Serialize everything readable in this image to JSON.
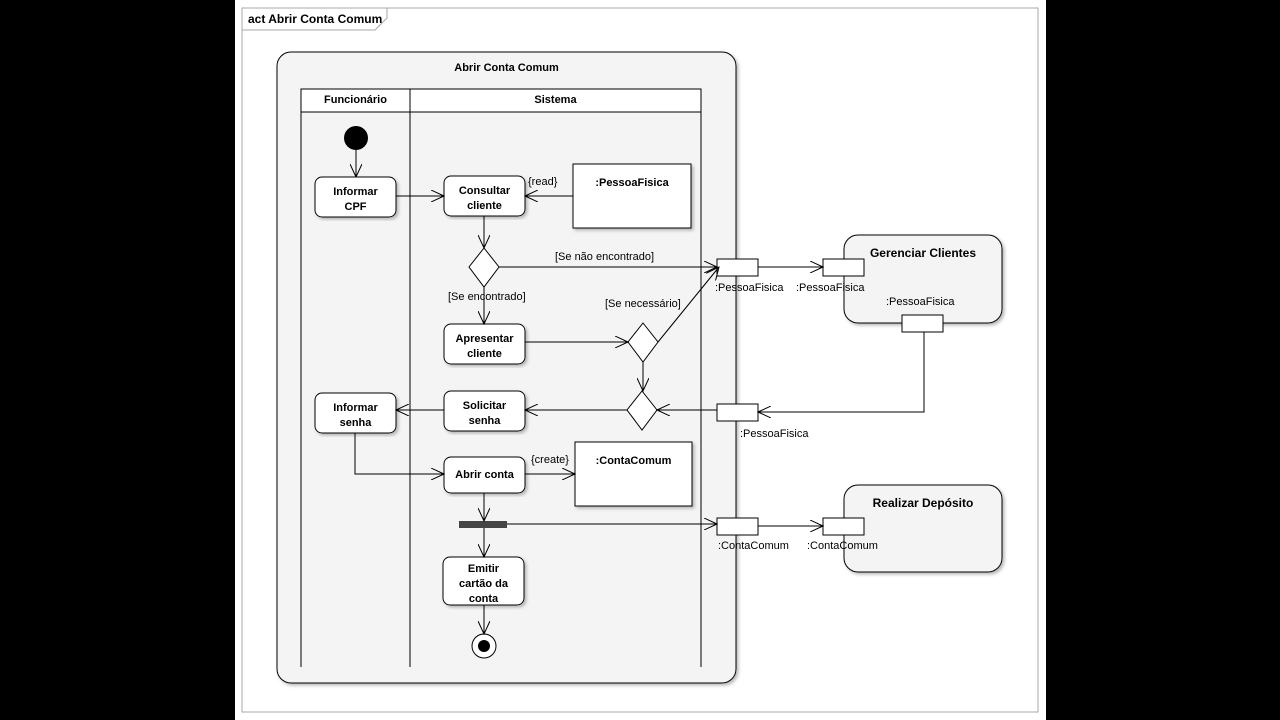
{
  "frame": {
    "title": "act Abrir Conta Comum"
  },
  "activity": {
    "title": "Abrir Conta Comum"
  },
  "lanes": {
    "left": "Funcionário",
    "right": "Sistema"
  },
  "actions": {
    "informar_cpf": "Informar CPF",
    "consultar_cliente": "Consultar cliente",
    "apresentar_cliente": "Apresentar cliente",
    "solicitar_senha": "Solicitar senha",
    "informar_senha": "Informar senha",
    "abrir_conta": "Abrir conta",
    "emitir_cartao": "Emitir cartão da conta"
  },
  "objects": {
    "pessoa_fisica": ":PessoaFisica",
    "conta_comum": ":ContaComum"
  },
  "labels": {
    "read": "{read}",
    "create": "{create}",
    "nao_encontrado": "[Se não encontrado]",
    "encontrado": "[Se encontrado]",
    "necessario": "[Se necessário]"
  },
  "pins": {
    "out_pf": ":PessoaFisica",
    "gc_in_pf": ":PessoaFisica",
    "gc_out_pf": ":PessoaFisica",
    "in_pf": ":PessoaFisica",
    "out_cc": ":ContaComum",
    "rd_in_cc": ":ContaComum"
  },
  "external": {
    "gerenciar_clientes": "Gerenciar Clientes",
    "realizar_deposito": "Realizar Depósito"
  }
}
